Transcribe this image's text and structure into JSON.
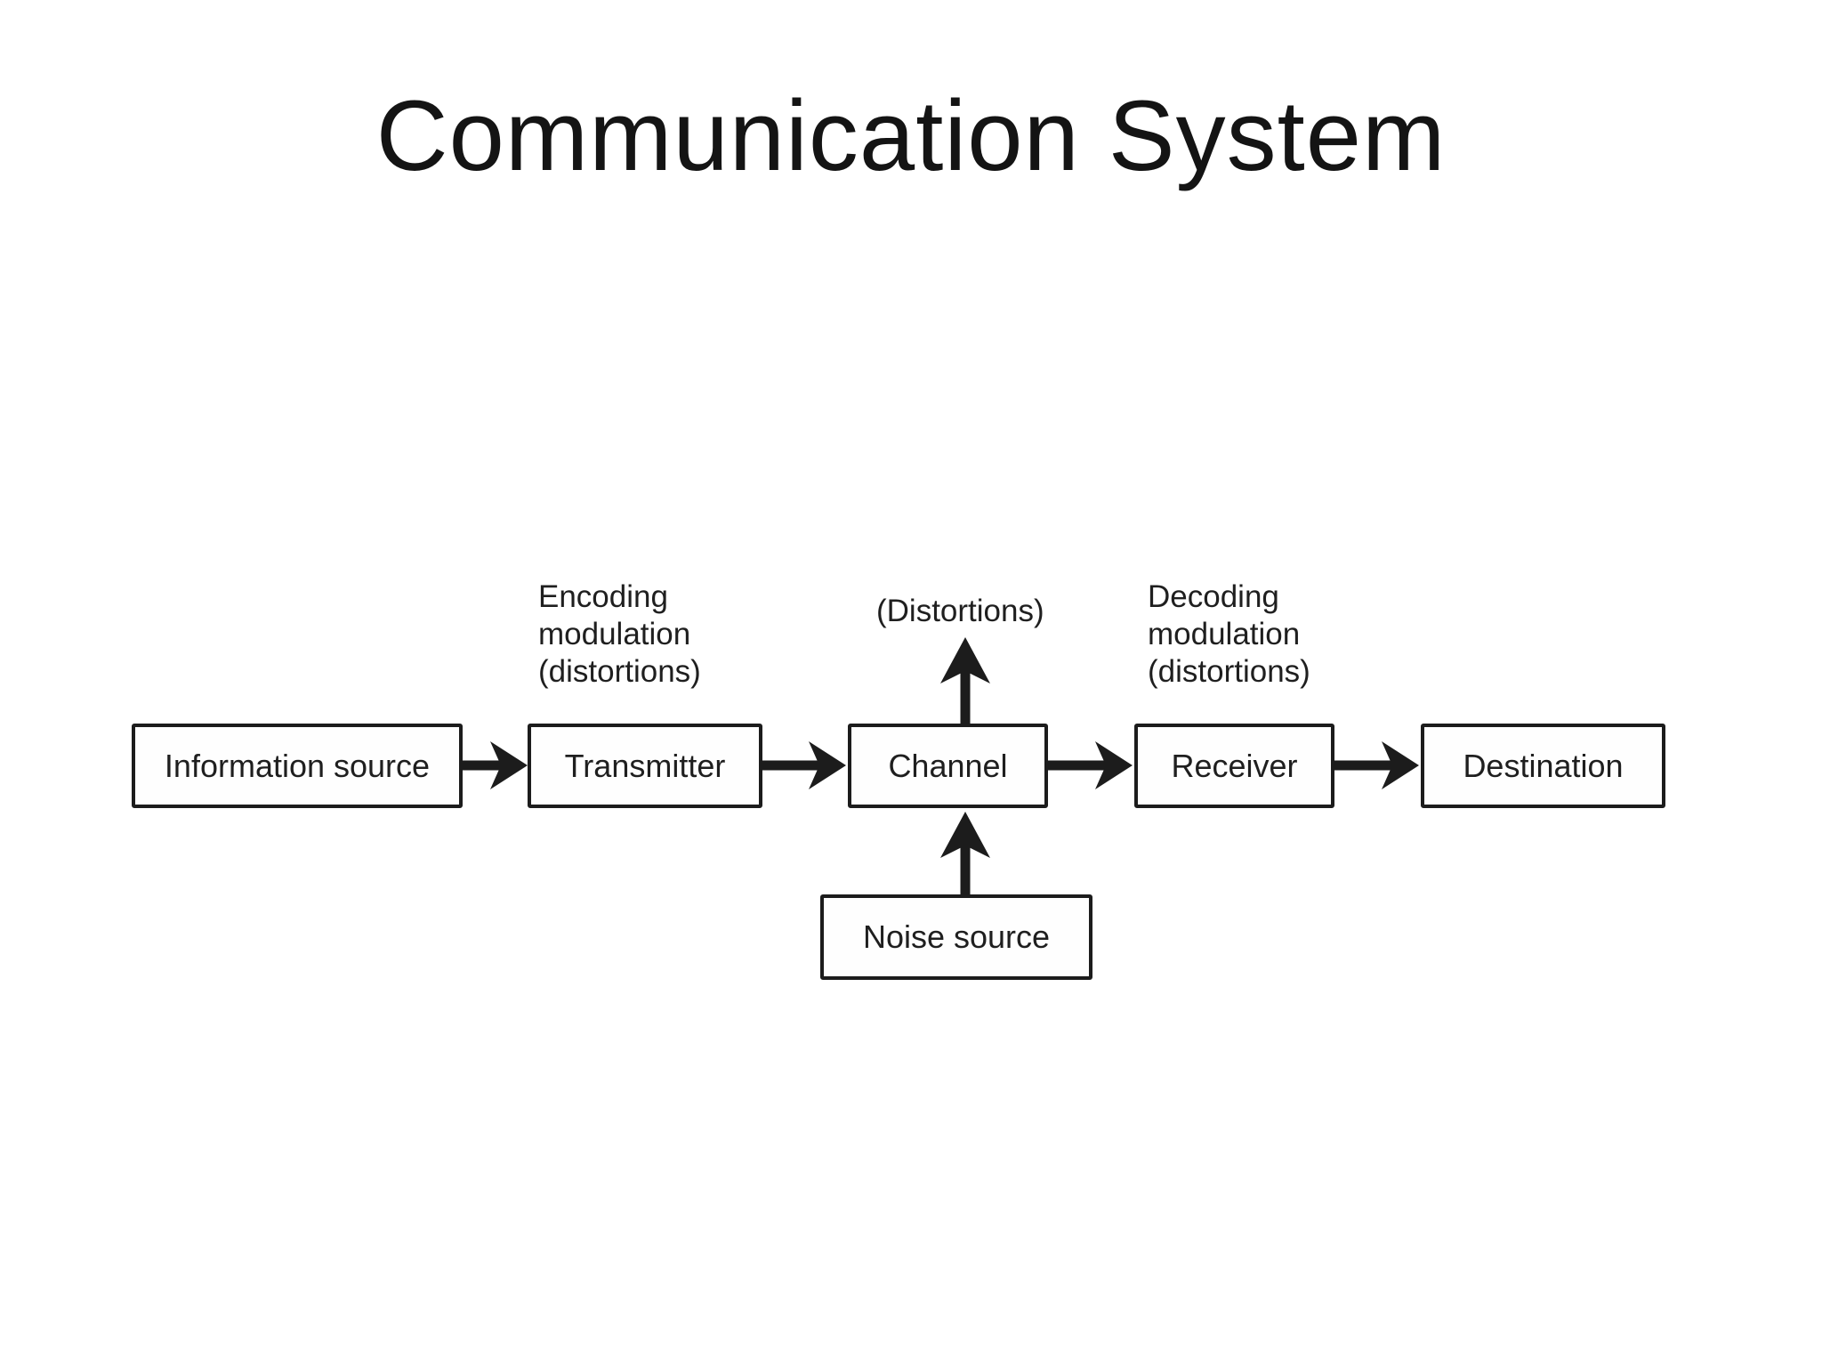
{
  "title": "Communication System",
  "diagram": {
    "nodes": [
      {
        "id": "information-source",
        "label": "Information source"
      },
      {
        "id": "transmitter",
        "label": "Transmitter"
      },
      {
        "id": "channel",
        "label": "Channel"
      },
      {
        "id": "receiver",
        "label": "Receiver"
      },
      {
        "id": "destination",
        "label": "Destination"
      },
      {
        "id": "noise-source",
        "label": "Noise source"
      }
    ],
    "annotations": [
      {
        "id": "encoding-modulation",
        "lines": [
          "Encoding",
          "modulation",
          "(distortions)"
        ]
      },
      {
        "id": "channel-distortions",
        "lines": [
          "(Distortions)"
        ]
      },
      {
        "id": "decoding-modulation",
        "lines": [
          "Decoding",
          "modulation",
          "(distortions)"
        ]
      }
    ],
    "flow": [
      "Information source",
      "Transmitter",
      "Channel",
      "Receiver",
      "Destination"
    ],
    "colors": {
      "line": "#1c1c1c",
      "text": "#1f1f1f",
      "background": "#ffffff"
    }
  }
}
